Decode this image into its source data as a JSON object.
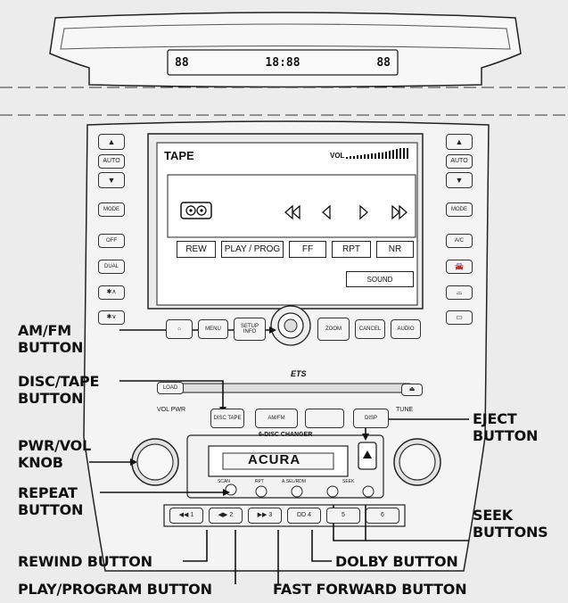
{
  "top_display": {
    "segments": [
      "88",
      "18:88",
      "88"
    ]
  },
  "screen": {
    "mode": "TAPE",
    "vol_label": "VOL",
    "soft_buttons": [
      "REW",
      "PLAY / PROG",
      "FF",
      "RPT",
      "NR"
    ],
    "sound_button": "SOUND"
  },
  "left_controls": [
    "AUTO",
    "MODE",
    "OFF",
    "DUAL"
  ],
  "right_controls": [
    "AUTO",
    "MODE",
    "A/C"
  ],
  "center_row": [
    "MENU",
    "SETUP INFO",
    "ZOOM",
    "CANCEL",
    "AUDIO"
  ],
  "deck": {
    "load_label": "LOAD",
    "vol_pwr_label": "VOL PWR",
    "tune_label": "TUNE",
    "source_buttons": [
      "DISC TAPE",
      "AM/FM",
      "",
      "DISP"
    ],
    "changer_label": "6-DISC CHANGER",
    "brand": "ACURA",
    "ets_label": "ETS",
    "tape_labels": [
      "SCAN",
      "RPT",
      "A.SEL/RDM",
      "SEEK"
    ],
    "preset_buttons": [
      "1",
      "2",
      "3",
      "4",
      "5",
      "6"
    ]
  },
  "callouts": {
    "am_fm": "AM/FM\nBUTTON",
    "disc_tape": "DISC/TAPE\nBUTTON",
    "pwr_vol": "PWR/VOL\nKNOB",
    "repeat": "REPEAT\nBUTTON",
    "rewind": "REWIND BUTTON",
    "play_program": "PLAY/PROGRAM BUTTON",
    "fast_forward": "FAST FORWARD BUTTON",
    "eject": "EJECT\nBUTTON",
    "seek": "SEEK\nBUTTONS",
    "dolby": "DOLBY BUTTON"
  }
}
